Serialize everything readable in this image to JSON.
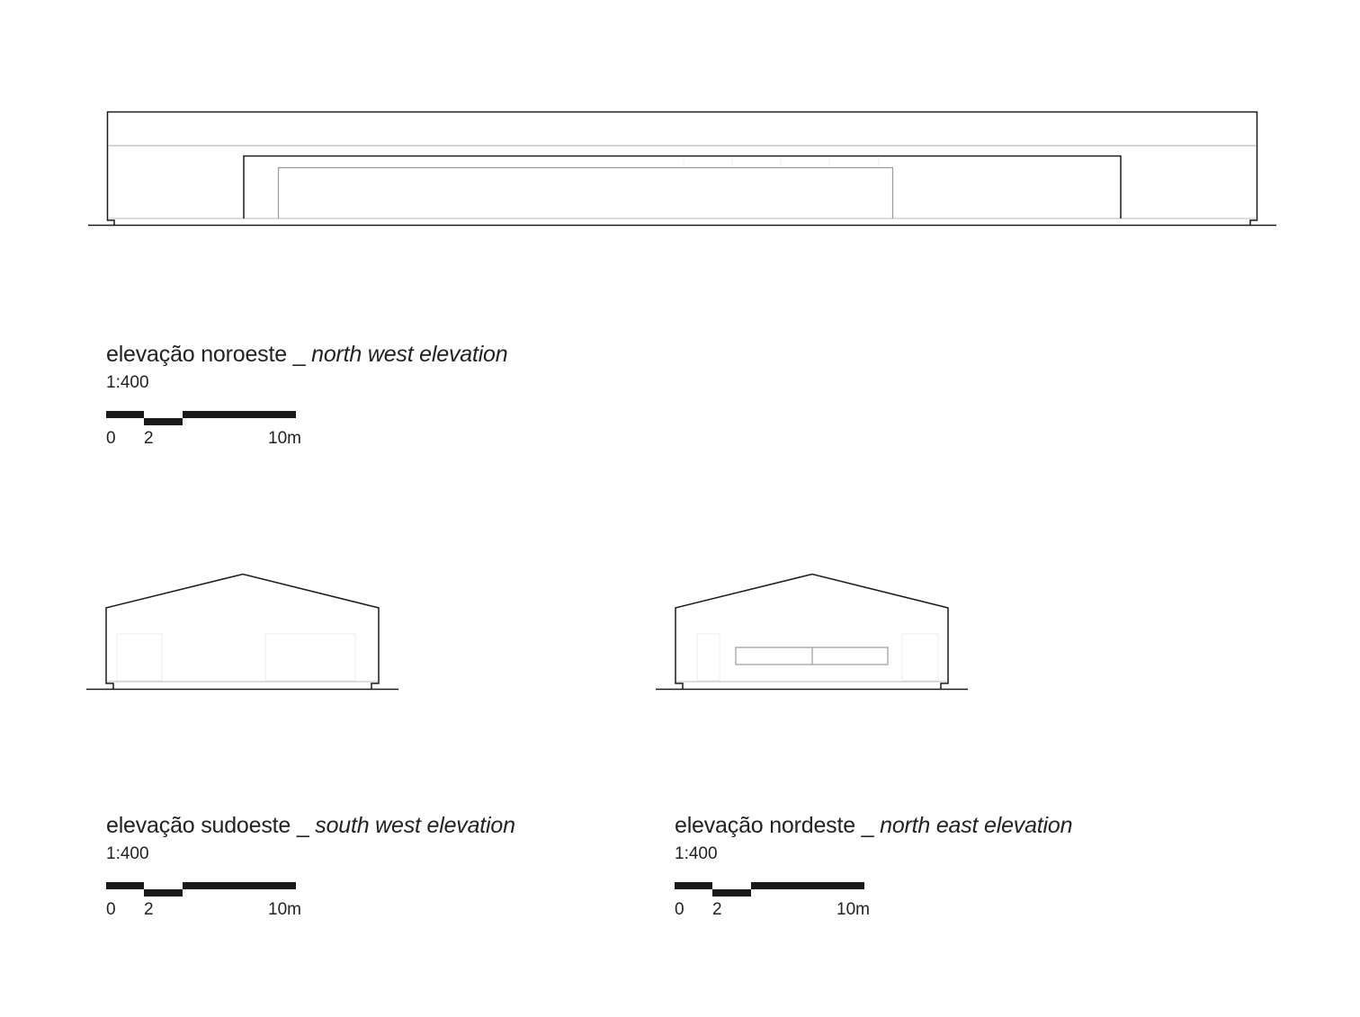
{
  "elevations": [
    {
      "title_pt": "elevação noroeste _ ",
      "title_en": "north west elevation",
      "scale": "1:400",
      "scale_labels": [
        "0",
        "2",
        "10m"
      ]
    },
    {
      "title_pt": "elevação sudoeste _ ",
      "title_en": "south west elevation",
      "scale": "1:400",
      "scale_labels": [
        "0",
        "2",
        "10m"
      ]
    },
    {
      "title_pt": "elevação nordeste _ ",
      "title_en": "north east elevation",
      "scale": "1:400",
      "scale_labels": [
        "0",
        "2",
        "10m"
      ]
    }
  ],
  "colors": {
    "line": "#1a1a1a",
    "thin": "#9a9a9a",
    "bar": "#1a1a1a"
  }
}
